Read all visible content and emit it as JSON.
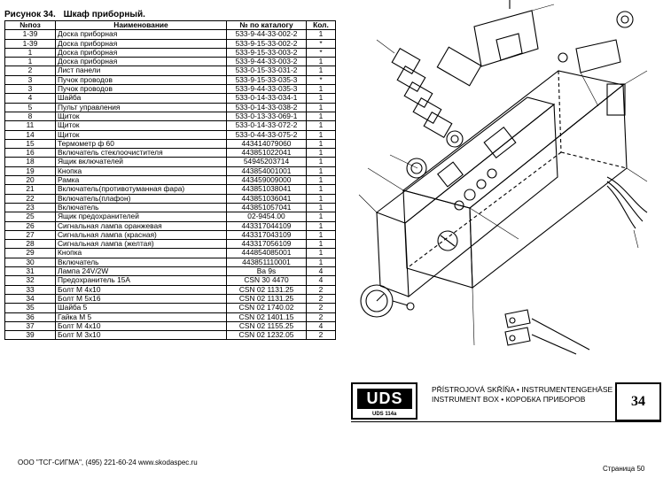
{
  "figure": {
    "number": "Рисунок 34.",
    "title": "Шкаф приборный."
  },
  "table": {
    "headers": [
      "№поз",
      "Наименование",
      "№ по каталогу",
      "Кол."
    ],
    "rows": [
      [
        "1-39",
        "Доска приборная",
        "533-9-44-33-002-2",
        "1"
      ],
      [
        "1-39",
        "Доска приборная",
        "533-9-15-33-002-2",
        "*"
      ],
      [
        "1",
        "Доска приборная",
        "533-9-15-33-003-2",
        "*"
      ],
      [
        "1",
        "Доска приборная",
        "533-9-44-33-003-2",
        "1"
      ],
      [
        "2",
        "Лист панели",
        "533-0-15-33-031-2",
        "1"
      ],
      [
        "3",
        "Пучок проводов",
        "533-9-15-33-035-3",
        "*"
      ],
      [
        "3",
        "Пучок проводов",
        "533-9-44-33-035-3",
        "1"
      ],
      [
        "4",
        "Шайба",
        "533-0-14-33-034-1",
        "1"
      ],
      [
        "5",
        "Пульт управления",
        "533-0-14-33-038-2",
        "1"
      ],
      [
        "8",
        "Щиток",
        "533-0-13-33-069-1",
        "1"
      ],
      [
        "11",
        "Щиток",
        "533-0-14-33-072-2",
        "1"
      ],
      [
        "14",
        "Щиток",
        "533-0-44-33-075-2",
        "1"
      ],
      [
        "15",
        "Термометр ф 60",
        "443414079060",
        "1"
      ],
      [
        "16",
        "Включатель стеклоочистителя",
        "443851022041",
        "1"
      ],
      [
        "18",
        "Ящик включателей",
        "54945203714",
        "1"
      ],
      [
        "19",
        "Кнопка",
        "443854001001",
        "1"
      ],
      [
        "20",
        "Рамка",
        "443459009000",
        "1"
      ],
      [
        "21",
        "Включатель(противотуманная фара)",
        "443851038041",
        "1"
      ],
      [
        "22",
        "Включатель(плафон)",
        "443851036041",
        "1"
      ],
      [
        "23",
        "Включатель",
        "443851057041",
        "1"
      ],
      [
        "25",
        "Ящик предохранителей",
        "02-9454.00",
        "1"
      ],
      [
        "26",
        "Сигнальная лампа оранжевая",
        "443317044109",
        "1"
      ],
      [
        "27",
        "Сигнальная лампа (красная)",
        "443317043109",
        "1"
      ],
      [
        "28",
        "Сигнальная лампа (желтая)",
        "443317056109",
        "1"
      ],
      [
        "29",
        "Кнопка",
        "444854085001",
        "1"
      ],
      [
        "30",
        "Включатель",
        "443851110001",
        "1"
      ],
      [
        "31",
        "Лампа  24V/2W",
        "Ba  9s",
        "4"
      ],
      [
        "32",
        "Предохранитель 15А",
        "CSN 30 4470",
        "4"
      ],
      [
        "33",
        "Болт М 4х10",
        "CSN 02 1131.25",
        "2"
      ],
      [
        "34",
        "Болт М 5х16",
        "CSN 02 1131.25",
        "2"
      ],
      [
        "35",
        "Шайба 5",
        "CSN 02 1740.02",
        "2"
      ],
      [
        "36",
        "Гайка М 5",
        "CSN 02 1401.15",
        "2"
      ],
      [
        "37",
        "Болт М 4х10",
        "CSN 02 1155.25",
        "4"
      ],
      [
        "39",
        "Болт М 3х10",
        "CSN 02 1232.05",
        "2"
      ]
    ]
  },
  "legend": {
    "logo": "UDS",
    "model": "UDS 114a",
    "line1": "PŘÍSTROJOVÁ SKŘÍŇA • INSTRUMENTENGEHÄSE •",
    "line2": "INSTRUMENT BOX • КОРОБКА ПРИБОРОВ",
    "page_number": "34"
  },
  "footer": {
    "company": "ООО \"ТСГ-СИГМА\", (495) 221-60-24 www.skodaspec.ru",
    "page": "Страница 50"
  }
}
